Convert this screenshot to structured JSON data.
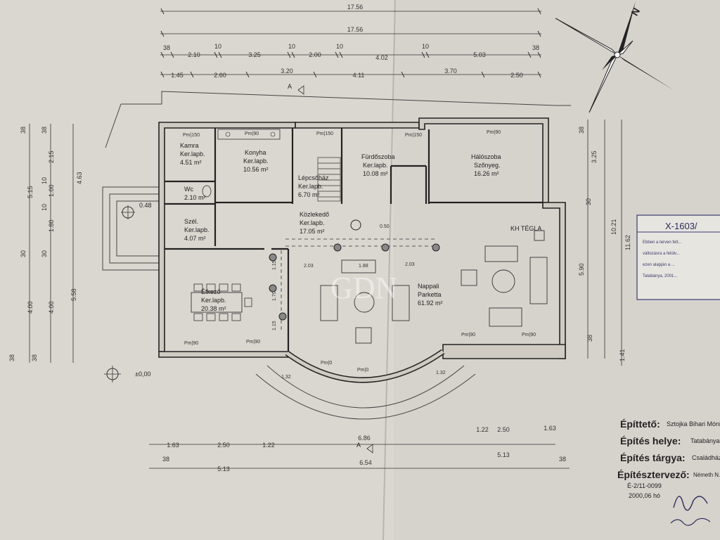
{
  "top_dims": {
    "overall_1": "17.56",
    "overall_2": "17.56",
    "row3": [
      "38",
      "2.10",
      "10",
      "3.25",
      "10",
      "2.00",
      "10",
      "4.02",
      "10",
      "5.03",
      "38"
    ],
    "row4": [
      "1.45",
      "2.60",
      "3.20",
      "4.11",
      "3.70",
      "2.50"
    ],
    "section_mark": "A"
  },
  "left_dims": [
    "38",
    "5.15",
    "38",
    "2.15",
    "10",
    "1.00",
    "10",
    "1.80",
    "30",
    "4.00",
    "30",
    "4.00",
    "38",
    "4.63",
    "5.58",
    "38"
  ],
  "right_dims": [
    "38",
    "3.25",
    "30",
    "5.90",
    "38",
    "10.21",
    "11.62",
    "1.41"
  ],
  "bottom_dims": {
    "row1": [
      "1.63",
      "2.50",
      "1.22",
      "6.86",
      "1.22",
      "2.50",
      "1.63"
    ],
    "row2": [
      "38",
      "5.13",
      "6.54",
      "5.13",
      "38"
    ],
    "section_mark": "A"
  },
  "rooms": [
    {
      "name": "Kamra",
      "floor": "Ker.lapb.",
      "area": "4.51 m²"
    },
    {
      "name": "Konyha",
      "floor": "Ker.lapb.",
      "area": "10.56 m²"
    },
    {
      "name": "Lépcsőház",
      "floor": "Ker.lapb.",
      "area": "6.70 m²"
    },
    {
      "name": "Fürdőszoba",
      "floor": "Ker.lapb.",
      "area": "10.08 m²"
    },
    {
      "name": "Hálószoba",
      "floor": "Szőnyeg.",
      "area": "16.26 m²"
    },
    {
      "name": "Wc",
      "floor": "",
      "area": "2.10 m²"
    },
    {
      "name": "Szél.",
      "floor": "Ker.lapb.",
      "area": "4.07 m²"
    },
    {
      "name": "Közlekedő",
      "floor": "Ker.lapb.",
      "area": "17.05 m²"
    },
    {
      "name": "Étkező",
      "floor": "Ker.lapb.",
      "area": "20.38 m²"
    },
    {
      "name": "Nappali",
      "floor": "Parketta",
      "area": "61.92 m²"
    }
  ],
  "plan_notes": {
    "terrace_level": "0.48",
    "ground_level": "±0,00",
    "chimney": "KH TÉGLA",
    "beam_050": "0.50",
    "d203a": "2.03",
    "d188": "1.88",
    "d203b": "2.03",
    "d115a": "1.15",
    "d170": "1.70",
    "d115b": "1.15",
    "bay_left": "1.32",
    "bay_right": "1.32",
    "window_marks": [
      "Pm|150",
      "Pm|90",
      "Pm|150",
      "Pm|150",
      "Pm|90",
      "Pm|90",
      "Pm|90",
      "Pm|90",
      "Pm|90",
      "Pm|0",
      "Pm|0"
    ],
    "watermark": "GDN"
  },
  "stamp": {
    "code": "X-1603/",
    "lines": [
      "Ebben a terven felt...",
      "változásra a felülv...",
      "ezen alapján a ...",
      "Tatabánya, 2001..."
    ]
  },
  "legend": {
    "rows": [
      {
        "label": "Építtető:",
        "value": "Sztojka Bihari Mónika"
      },
      {
        "label": "Építés helye:",
        "value": "Tatabánya"
      },
      {
        "label": "Építés tárgya:",
        "value": "Családház"
      },
      {
        "label": "Építésztervező:",
        "value": "Németh N..."
      }
    ],
    "license": "É-2/11-0099",
    "date": "2000,06 hó"
  },
  "compass_letter": "N"
}
